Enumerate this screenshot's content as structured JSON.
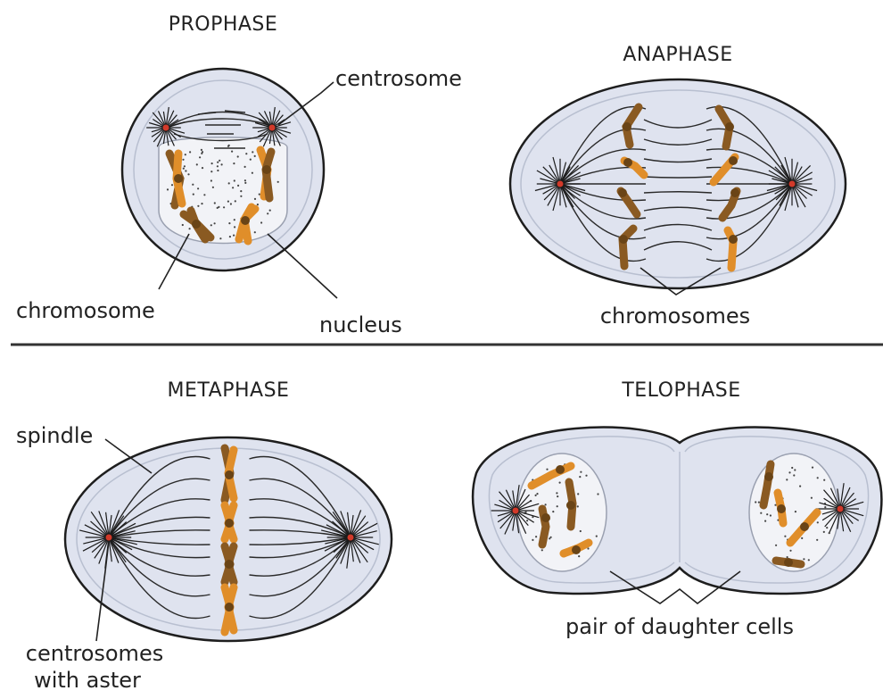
{
  "titles": {
    "prophase": "PROPHASE",
    "anaphase": "ANAPHASE",
    "metaphase": "METAPHASE",
    "telophase": "TELOPHASE"
  },
  "labels": {
    "centrosome": "centrosome",
    "chromosome": "chromosome",
    "nucleus": "nucleus",
    "chromosomes": "chromosomes",
    "spindle": "spindle",
    "centrosomes_line1": "centrosomes",
    "centrosomes_line2": "with aster",
    "daughter_cells": "pair of daughter cells"
  },
  "colors": {
    "cytoplasm": "#dfe3ef",
    "chromatid_dark": "#8a5a22",
    "chromatid_light": "#e08e2a",
    "centrosome": "#d23a2a"
  }
}
